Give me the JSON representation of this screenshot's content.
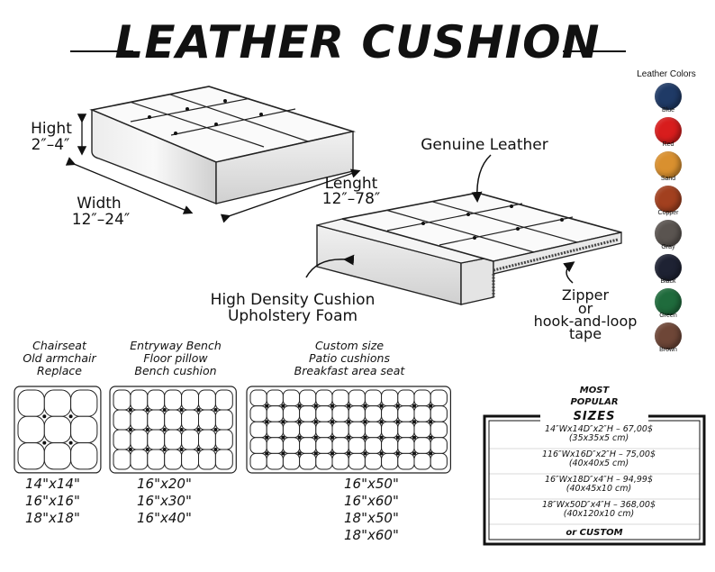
{
  "title": "LEATHER CUSHION",
  "labels": {
    "hight": "Hight",
    "hight_range": "2″–4″",
    "width": "Width",
    "width_range": "12″–24″",
    "length": "Lenght",
    "length_range": "12″–78″",
    "genuine_leather": "Genuine Leather",
    "foam_line1": "High Density Cushion",
    "foam_line2": "Upholstery Foam",
    "zipper_line1": "Zipper",
    "zipper_line2": "or",
    "zipper_line3": "hook-and-loop",
    "zipper_line4": "tape"
  },
  "colors_title": "Leather Colors",
  "swatches": [
    {
      "name": "Blue",
      "color": "#1f3a66"
    },
    {
      "name": "Red",
      "color": "#d81d1d"
    },
    {
      "name": "Sand",
      "color": "#d9902f"
    },
    {
      "name": "Copper",
      "color": "#a2401f"
    },
    {
      "name": "Gray",
      "color": "#5a5450"
    },
    {
      "name": "Black",
      "color": "#1e2233"
    },
    {
      "name": "Green",
      "color": "#1f6b3c"
    },
    {
      "name": "Brown",
      "color": "#6e4637"
    }
  ],
  "categories": [
    {
      "lines": [
        "Chairseat",
        "Old armchair",
        "Replace"
      ],
      "sizes": [
        "14\"x14\"",
        "16\"x16\"",
        "18\"x18\""
      ]
    },
    {
      "lines": [
        "Entryway Bench",
        "Floor pillow",
        "Bench cushion"
      ],
      "sizes": [
        "16\"x20\"",
        "16\"x30\"",
        "16\"x40\""
      ]
    },
    {
      "lines": [
        "Custom size",
        "Patio cushions",
        "Breakfast area seat"
      ],
      "sizes": [
        "16\"x50\"",
        "16\"x60\"",
        "18\"x50\"",
        "18\"x60\""
      ]
    }
  ],
  "popular": {
    "line1": "MOST",
    "line2": "POPULAR",
    "line3": "SIZES",
    "rows": [
      {
        "a": "14″Wx14D″x2″H – 67,00$",
        "b": "(35x35x5 cm)"
      },
      {
        "a": "116″Wx16D″x2″H – 75,00$",
        "b": "(40x40x5 cm)"
      },
      {
        "a": "16″Wx18D″x4″H – 94,99$",
        "b": "(40x45x10 cm)"
      },
      {
        "a": "18″Wx50D″x4″H – 368,00$",
        "b": "(40x120x10 cm)"
      }
    ],
    "custom": "or CUSTOM"
  }
}
